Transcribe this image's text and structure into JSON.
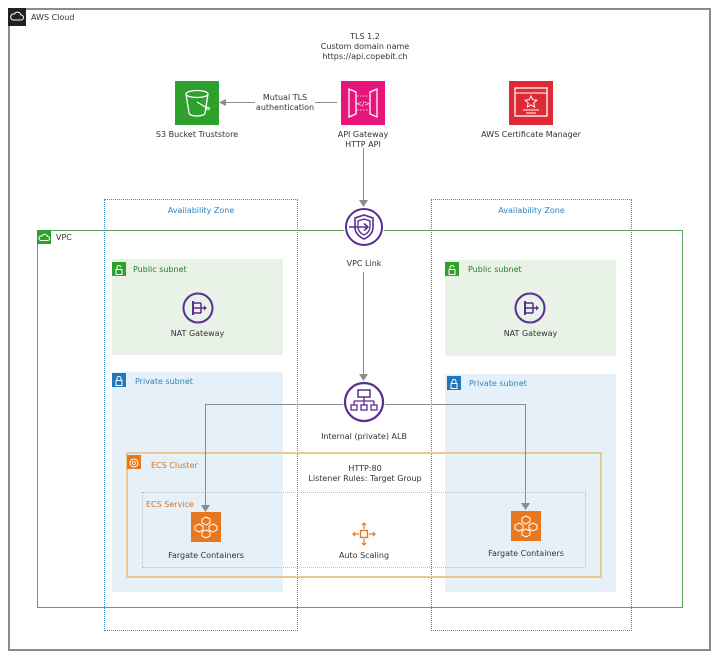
{
  "title": "AWS Cloud",
  "tls_note": {
    "line1": "TLS 1.2",
    "line2": "Custom domain name",
    "line3": "https://api.copebit.ch"
  },
  "services": {
    "s3": {
      "label": "S3 Bucket Truststore",
      "icon": "s3-bucket-icon",
      "color": "#2ea02e"
    },
    "api_gateway": {
      "line1": "API Gateway",
      "line2": "HTTP API",
      "icon": "api-gateway-icon",
      "color": "#e7157b"
    },
    "acm": {
      "label": "AWS Certificate Manager",
      "icon": "certificate-manager-icon",
      "color": "#dd2a35"
    },
    "vpc_link": {
      "label": "VPC Link",
      "icon": "vpc-link-icon",
      "color": "#5a2d91"
    },
    "alb": {
      "label": "Internal (private) ALB",
      "icon": "load-balancer-icon",
      "color": "#5a2d91"
    }
  },
  "edges": {
    "mtls": {
      "line1": "Mutual TLS",
      "line2": "authentication"
    }
  },
  "vpc": {
    "label": "VPC"
  },
  "availability_zones": [
    {
      "label": "Availability Zone"
    },
    {
      "label": "Availability Zone"
    }
  ],
  "public_subnets": [
    {
      "label": "Public subnet",
      "nat_label": "NAT Gateway"
    },
    {
      "label": "Public subnet",
      "nat_label": "NAT Gateway"
    }
  ],
  "private_subnets": [
    {
      "label": "Private subnet"
    },
    {
      "label": "Private subnet"
    }
  ],
  "ecs_cluster": {
    "label": "ECS Cluster",
    "listener_line1": "HTTP:80",
    "listener_line2": "Listener Rules: Target Group"
  },
  "ecs_service": {
    "label": "ECS Service",
    "containers": [
      {
        "label": "Fargate Containers"
      },
      {
        "label": "Fargate Containers"
      }
    ],
    "autoscaling_label": "Auto Scaling"
  }
}
